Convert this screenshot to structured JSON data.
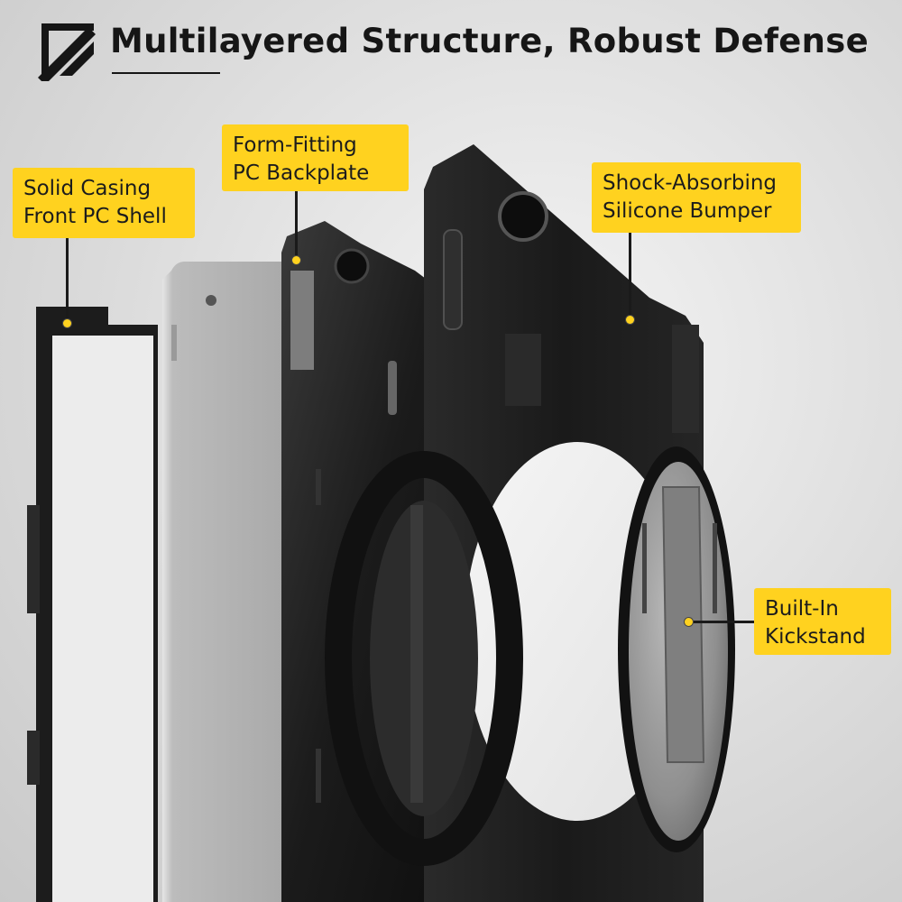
{
  "header": {
    "title": "Multilayered Structure, Robust Defense"
  },
  "callouts": {
    "front_shell": {
      "line1": "Solid Casing",
      "line2": "Front PC Shell"
    },
    "backplate": {
      "line1": "Form-Fitting",
      "line2": "PC Backplate"
    },
    "bumper": {
      "line1": "Shock-Absorbing",
      "line2": "Silicone Bumper"
    },
    "kickstand": {
      "line1": "Built-In",
      "line2": "Kickstand"
    }
  },
  "colors": {
    "callout_background": "#ffd21f",
    "text": "#1c1c1c",
    "case_black": "#1b1b1b",
    "tablet_silver": "#c3c3c3"
  }
}
